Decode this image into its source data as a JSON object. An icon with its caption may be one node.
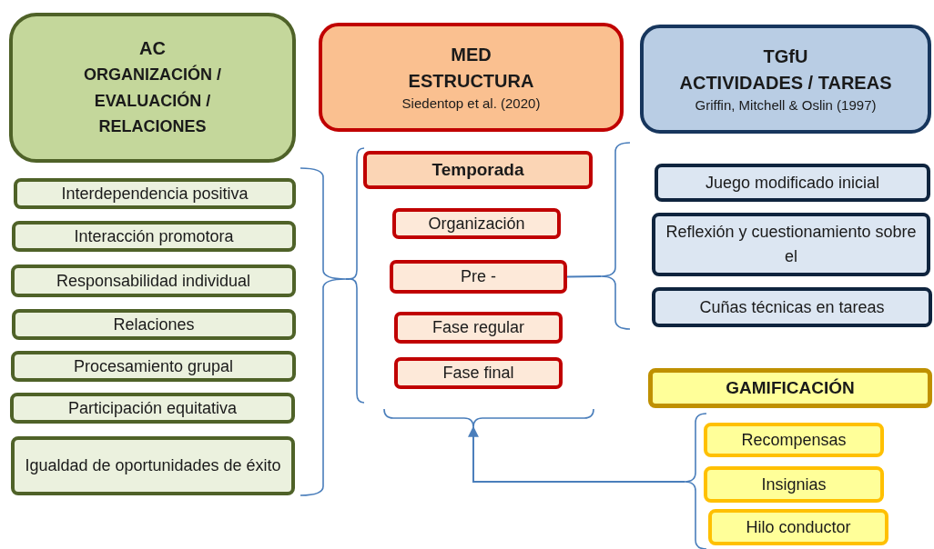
{
  "diagram": {
    "nodes": [
      {
        "text": [
          "AC",
          "ORGANIZACIÓN / EVALUACIÓN / RELACIONES"
        ]
      },
      {
        "text": [
          "MED",
          "ESTRUCTURA",
          "Siedentop et al. (2020)"
        ]
      },
      {
        "text": [
          "TGfU",
          "ACTIVIDADES / TAREAS",
          "Griffin, Mitchell & Oslin (1997)"
        ]
      },
      {
        "text": [
          "Interdependencia positiva"
        ]
      },
      {
        "text": [
          "Interacción promotora"
        ]
      },
      {
        "text": [
          "Responsabilidad individual"
        ]
      },
      {
        "text": [
          "Relaciones"
        ]
      },
      {
        "text": [
          "Procesamiento grupal"
        ]
      },
      {
        "text": [
          "Participación equitativa"
        ]
      },
      {
        "text": [
          "Igualdad de oportunidades de éxito"
        ]
      },
      {
        "text": [
          "Temporada"
        ]
      },
      {
        "text": [
          "Organización"
        ]
      },
      {
        "text": [
          "Pre -"
        ]
      },
      {
        "text": [
          "Fase regular"
        ]
      },
      {
        "text": [
          "Fase final"
        ]
      },
      {
        "text": [
          "Juego modificado inicial"
        ]
      },
      {
        "text": [
          "Reflexión y cuestionamiento sobre el"
        ]
      },
      {
        "text": [
          "Cuñas técnicas en tareas"
        ]
      },
      {
        "text": [
          "GAMIFICACIÓN"
        ]
      },
      {
        "text": [
          "Recompensas"
        ]
      },
      {
        "text": [
          "Insignias"
        ]
      },
      {
        "text": [
          "Hilo conductor"
        ]
      },
      {
        "text": [],
        "shape": "bracket"
      },
      {
        "text": [],
        "shape": "bracket"
      },
      {
        "text": [],
        "shape": "bracket"
      },
      {
        "text": [],
        "shape": "bracket"
      },
      {
        "text": [],
        "shape": "bracket"
      }
    ],
    "edges": [
      {
        "from": 22,
        "to": 23,
        "arrow": "none"
      },
      {
        "from": 24,
        "to": 12,
        "arrow": "none"
      },
      {
        "from": 26,
        "to": 25,
        "arrow": "to"
      }
    ]
  }
}
